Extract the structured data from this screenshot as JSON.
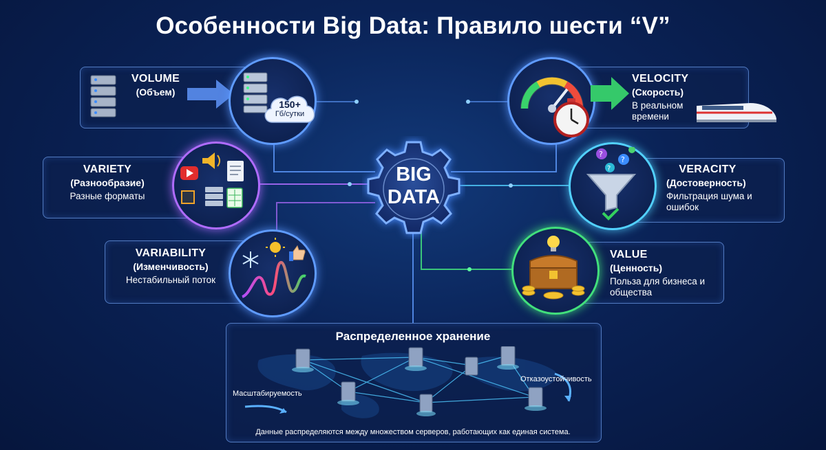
{
  "title": "Особенности Big Data: Правило шести “V”",
  "center": {
    "line1": "BIG",
    "line2": "DATA"
  },
  "volume": {
    "name": "VOLUME",
    "ru": "(Объем)",
    "badge_top": "150+",
    "badge_bottom": "Гб/сутки"
  },
  "velocity": {
    "name": "VELOCITY",
    "ru": "(Скорость)",
    "desc": "В реальном времени"
  },
  "variety": {
    "name": "VARIETY",
    "ru": "(Разнообразие)",
    "desc": "Разные форматы"
  },
  "veracity": {
    "name": "VERACITY",
    "ru": "(Достоверность)",
    "desc": "Фильтрация шума и ошибок"
  },
  "variability": {
    "name": "VARIABILITY",
    "ru": "(Изменчивость)",
    "desc": "Нестабильный поток"
  },
  "value": {
    "name": "VALUE",
    "ru": "(Ценность)",
    "desc": "Польза для бизнеса и общества"
  },
  "storage": {
    "title": "Распределенное хранение",
    "left_label": "Масштабируемость",
    "right_label": "Отказоустойчивость",
    "caption": "Данные распределяются между множеством серверов, работающих как единая система."
  },
  "colors": {
    "blue": "#5f9bff",
    "purple": "#b06cff",
    "cyan": "#52d1ff",
    "green": "#42e07c",
    "background": "#0a2256"
  }
}
